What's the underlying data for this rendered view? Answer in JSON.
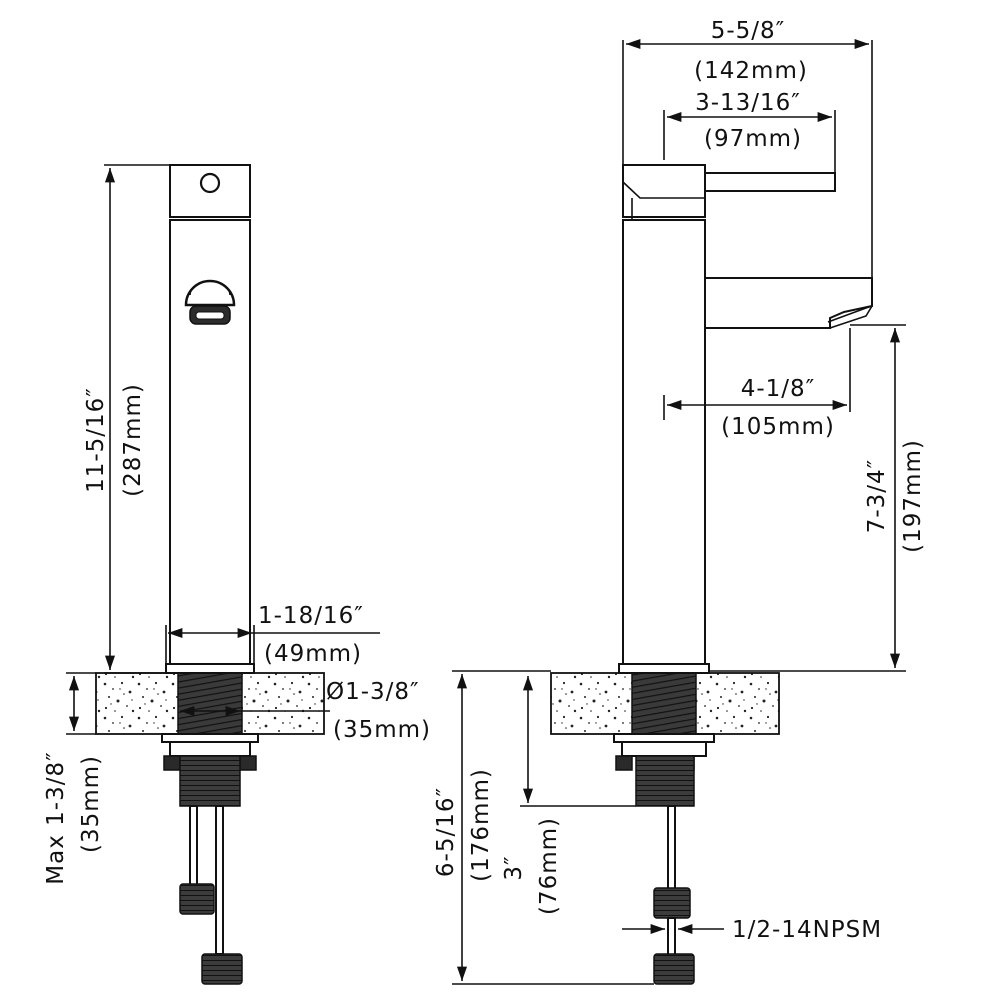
{
  "dimensions": {
    "left_height": "11-5/16″",
    "left_height_mm": "(287mm)",
    "base_diameter": "1-18/16″",
    "base_diameter_mm": "(49mm)",
    "hole_diameter": "Ø1-3/8″",
    "hole_diameter_mm": "(35mm)",
    "max_deck": "Max 1-3/8″",
    "max_deck_mm": "(35mm)",
    "overall_depth": "5-5/8″",
    "overall_depth_mm": "(142mm)",
    "handle_length": "3-13/16″",
    "handle_length_mm": "(97mm)",
    "spout_reach": "4-1/8″",
    "spout_reach_mm": "(105mm)",
    "spout_height": "7-3/4″",
    "spout_height_mm": "(197mm)",
    "below_deck": "6-5/16″",
    "below_deck_mm": "(176mm)",
    "shank_length": "3″",
    "shank_length_mm": "(76mm)",
    "connection": "1/2-14NPSM"
  }
}
